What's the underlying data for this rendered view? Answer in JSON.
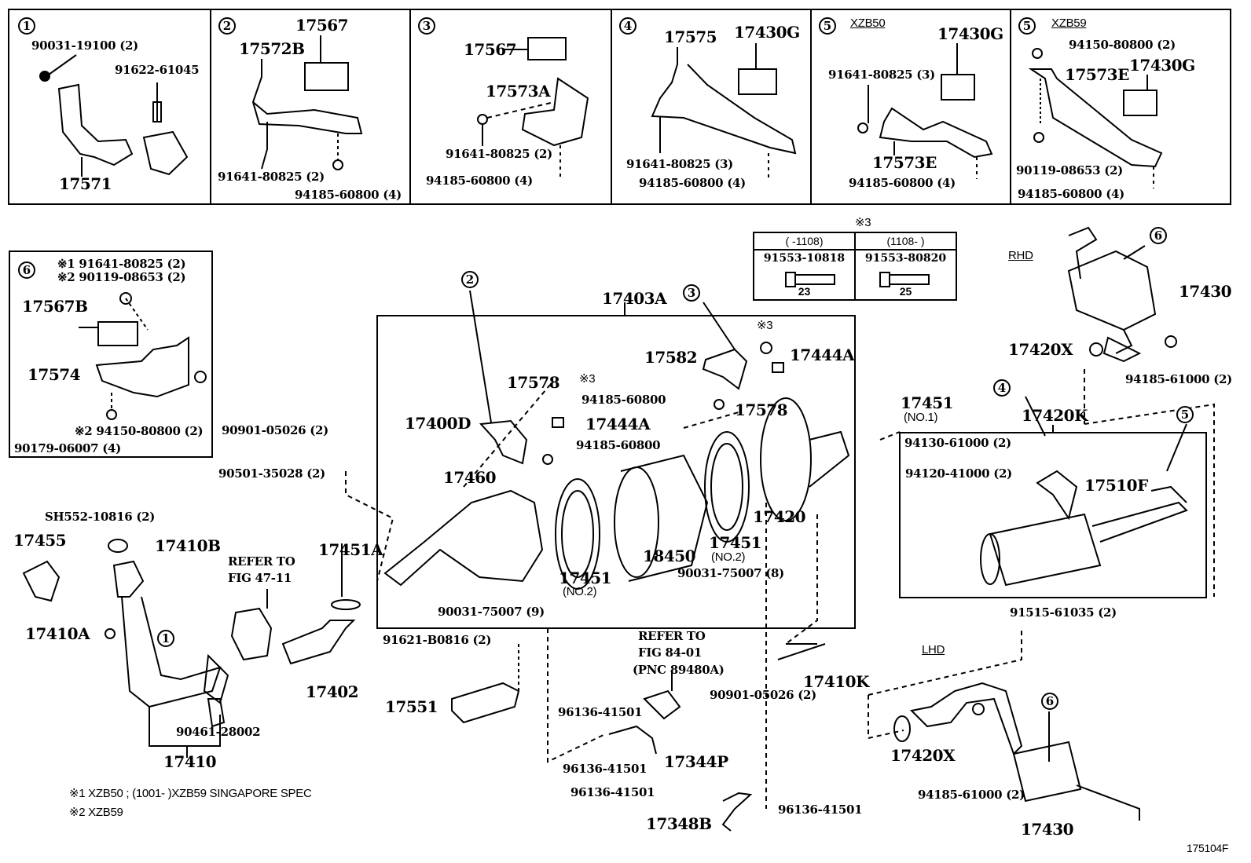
{
  "diagram": {
    "figure_id": "175104F",
    "footnotes": [
      "※1 XZB50 ; (1001-      )XZB59 SINGAPORE SPEC",
      "※2 XZB59"
    ],
    "legend_table": {
      "title": "※3",
      "columns": [
        {
          "range": "(      -1108)",
          "part": "91553-10818",
          "length": "23"
        },
        {
          "range": "(1108-      )",
          "part": "91553-80820",
          "length": "25"
        }
      ]
    },
    "detail_panels": [
      {
        "num": "1",
        "variant": "",
        "labels": [
          "90031-19100 (2)",
          "91622-61045",
          "17571"
        ]
      },
      {
        "num": "2",
        "variant": "",
        "labels": [
          "17567",
          "17572B",
          "91641-80825 (2)",
          "94185-60800 (4)"
        ]
      },
      {
        "num": "3",
        "variant": "",
        "labels": [
          "17567",
          "17573A",
          "91641-80825 (2)",
          "94185-60800 (4)"
        ]
      },
      {
        "num": "4",
        "variant": "",
        "labels": [
          "17575",
          "17430G",
          "91641-80825 (3)",
          "94185-60800 (4)"
        ]
      },
      {
        "num": "5",
        "variant": "XZB50",
        "labels": [
          "17430G",
          "91641-80825 (3)",
          "17573E",
          "94185-60800 (4)"
        ]
      },
      {
        "num": "5",
        "variant": "XZB59",
        "labels": [
          "94150-80800 (2)",
          "17430G",
          "17573E",
          "90119-08653 (2)",
          "94185-60800 (4)"
        ]
      },
      {
        "num": "6",
        "variant": "",
        "labels": [
          "※1 91641-80825 (2)",
          "※2 90119-08653 (2)",
          "17567B",
          "17574",
          "※2 94150-80800 (2)",
          "90179-06007 (4)"
        ]
      }
    ],
    "main_labels": {
      "l17403A": "17403A",
      "l17582": "17582",
      "l3note_a": "※3",
      "l17444A_a": "17444A",
      "l17578_a": "17578",
      "l3note_b": "※3",
      "l17400D": "17400D",
      "l17444A_b": "17444A",
      "l94185_a": "94185-60800",
      "l94185_b": "94185-60800",
      "l17578_b": "17578",
      "l17460": "17460",
      "l17451_a": "17451",
      "l17451_a_no": "(NO.2)",
      "l18450": "18450",
      "l17451_b": "17451",
      "l17451_b_no": "(NO.2)",
      "l17420": "17420",
      "l90031_9": "90031-75007 (9)",
      "l90031_8": "90031-75007 (8)",
      "l90901_a": "90901-05026 (2)",
      "l90501": "90501-35028 (2)",
      "l17451_no1": "17451",
      "l17451_no1_sub": "(NO.1)",
      "lRHD": "RHD",
      "l17430_rhd": "17430",
      "l17420X_rhd": "17420X",
      "l94185_61000_rhd": "94185-61000 (2)",
      "l17420K": "17420K",
      "l94130": "94130-61000 (2)",
      "l94120": "94120-41000 (2)",
      "l17510F": "17510F",
      "l91515": "91515-61035 (2)",
      "lSH552": "SH552-10816 (2)",
      "l17455": "17455",
      "l17410B": "17410B",
      "l17410A": "17410A",
      "lrefer47a": "REFER TO",
      "lrefer47b": "FIG 47-11",
      "l17451A": "17451A",
      "l17402": "17402",
      "l90461": "90461-28002",
      "l17410": "17410",
      "l91621": "91621-B0816 (2)",
      "l17551": "17551",
      "lrefer84a": "REFER TO",
      "lrefer84b": "FIG 84-01",
      "lrefer84c": "(PNC 89480A)",
      "l96136_a": "96136-41501",
      "l96136_b": "96136-41501",
      "l17344P": "17344P",
      "l96136_c": "96136-41501",
      "l96136_d": "96136-41501",
      "l17348B": "17348B",
      "l17410K": "17410K",
      "l90901_b": "90901-05026 (2)",
      "lLHD": "LHD",
      "l17420X_lhd": "17420X",
      "l94185_61000_lhd": "94185-61000 (2)",
      "l17430_lhd": "17430"
    },
    "callouts": {
      "c1": "1",
      "c2": "2",
      "c3": "3",
      "c4": "4",
      "c5": "5",
      "c6a": "6",
      "c6b": "6"
    }
  }
}
